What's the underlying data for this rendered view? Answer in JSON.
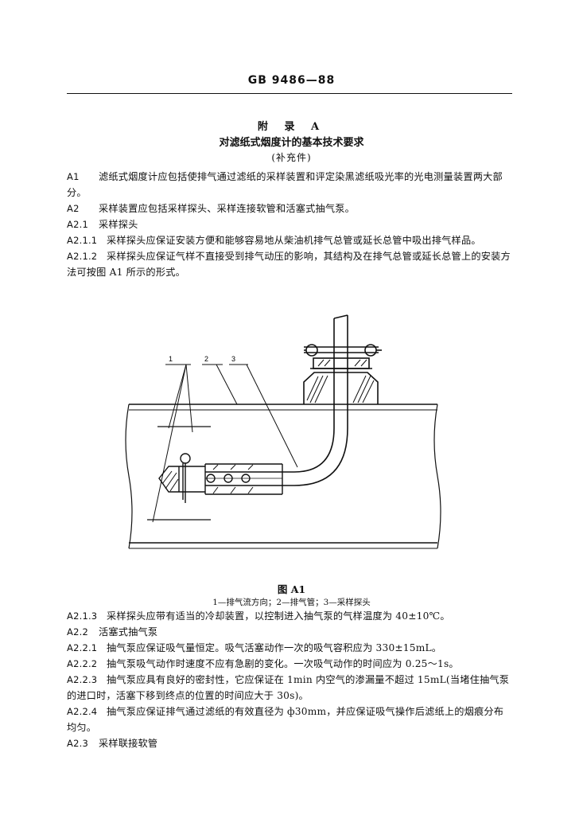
{
  "header": {
    "standard_code": "GB 9486—88"
  },
  "appendix": {
    "label": "附 录 A",
    "title": "对滤纸式烟度计的基本技术要求",
    "note": "(补充件)"
  },
  "paragraphs": [
    {
      "num": "A1",
      "text": "滤纸式烟度计应包括使排气通过滤纸的采样装置和评定染黑滤纸吸光率的光电测量装置两大部分。"
    },
    {
      "num": "A2",
      "text": "采样装置应包括采样探头、采样连接软管和活塞式抽气泵。"
    },
    {
      "num": "A2.1",
      "text": "采样探头"
    },
    {
      "num": "A2.1.1",
      "text": "采样探头应保证安装方便和能够容易地从柴油机排气总管或延长总管中吸出排气样品。"
    },
    {
      "num": "A2.1.2",
      "text": "采样探头应保证气样不直接受到排气动压的影响，其结构及在排气总管或延长总管上的安装方法可按图 A1 所示的形式。"
    }
  ],
  "figure": {
    "callouts": [
      "1",
      "2",
      "3"
    ],
    "label": "图 A1",
    "legend": "1—排气流方向；2—排气管；3—采样探头"
  },
  "paragraphs2": [
    {
      "num": "A2.1.3",
      "text": "采样探头应带有适当的冷却装置，以控制进入抽气泵的气样温度为 40±10℃。"
    },
    {
      "num": "A2.2",
      "text": "活塞式抽气泵"
    },
    {
      "num": "A2.2.1",
      "text": "抽气泵应保证吸气量恒定。吸气活塞动作一次的吸气容积应为 330±15mL。"
    },
    {
      "num": "A2.2.2",
      "text": "抽气泵吸气动作时速度不应有急剧的变化。一次吸气动作的时间应为 0.25～1s。"
    },
    {
      "num": "A2.2.3",
      "text": "抽气泵应具有良好的密封性，它应保证在 1min 内空气的渗漏量不超过 15mL(当堵住抽气泵的进口时，活塞下移到终点的位置的时间应大于 30s)。"
    },
    {
      "num": "A2.2.4",
      "text": "抽气泵应保证排气通过滤纸的有效直径为 ф30mm，并应保证吸气操作后滤纸上的烟痕分布均匀。"
    },
    {
      "num": "A2.3",
      "text": "采样联接软管"
    }
  ]
}
